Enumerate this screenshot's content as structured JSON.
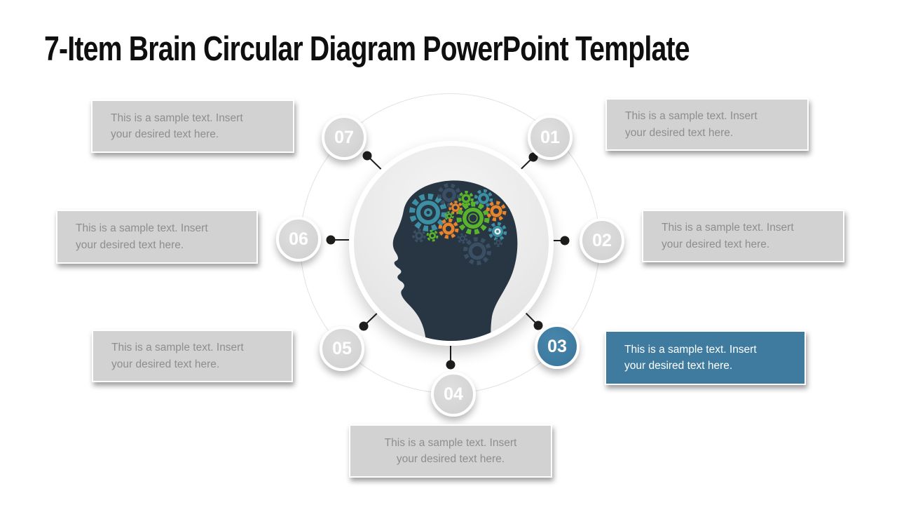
{
  "slide": {
    "title": "7-Item Brain Circular Diagram PowerPoint Template"
  },
  "diagram": {
    "center_icon": "human-head-profile-with-gears",
    "items": [
      {
        "number": "01",
        "line1": "This is a sample text. Insert",
        "line2": "your desired text here.",
        "highlighted": false
      },
      {
        "number": "02",
        "line1": "This is a sample text. Insert",
        "line2": "your desired text here.",
        "highlighted": false
      },
      {
        "number": "03",
        "line1": "This is a sample text. Insert",
        "line2": "your desired text here.",
        "highlighted": true
      },
      {
        "number": "04",
        "line1": "This is a sample text. Insert",
        "line2": "your desired text here.",
        "highlighted": false
      },
      {
        "number": "05",
        "line1": "This is a sample text. Insert",
        "line2": "your desired text here.",
        "highlighted": false
      },
      {
        "number": "06",
        "line1": "This is a sample text. Insert",
        "line2": "your desired text here.",
        "highlighted": false
      },
      {
        "number": "07",
        "line1": "This is a sample text. Insert",
        "line2": "your desired text here.",
        "highlighted": false
      }
    ]
  },
  "colors": {
    "accent_blue": "#3e7b9e",
    "badge_gray": "#d3d3d3",
    "box_gray": "#d2d2d2",
    "box_text_gray": "#8e8e8e",
    "head_navy": "#283542",
    "gear_teal": "#3d8fa4",
    "gear_green": "#5ab32d",
    "gear_orange": "#e8852c",
    "gear_slate": "#3a4f63",
    "connector_black": "#1d1d1b"
  }
}
